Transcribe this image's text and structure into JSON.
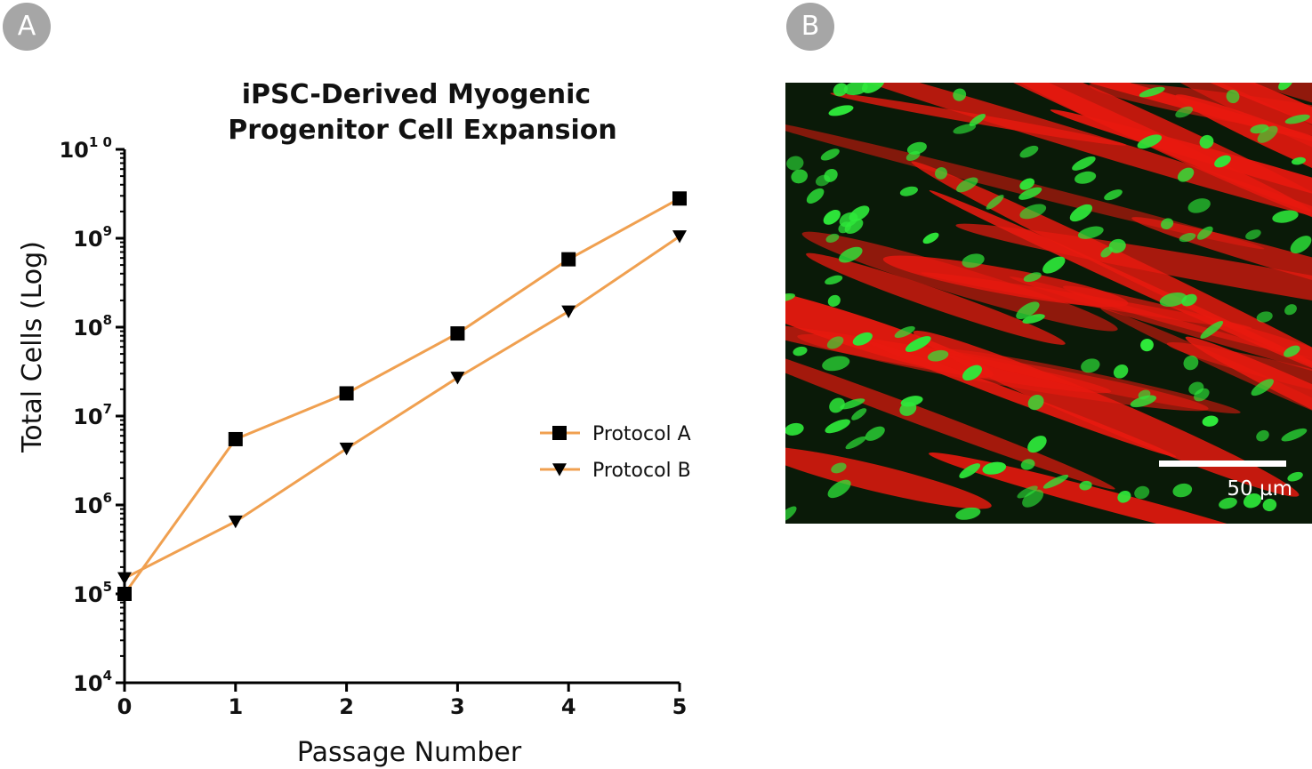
{
  "panels": {
    "a_label": "A",
    "b_label": "B"
  },
  "chart_data": {
    "type": "line",
    "title_line1": "iPSC-Derived Myogenic",
    "title_line2": "Progenitor Cell Expansion",
    "xlabel": "Passage Number",
    "ylabel": "Total Cells (Log)",
    "x": [
      0,
      1,
      2,
      3,
      4,
      5
    ],
    "xlim": [
      0,
      5
    ],
    "ylim": [
      10000,
      10000000000
    ],
    "yscale": "log",
    "ytick_exponents": [
      "4",
      "5",
      "6",
      "7",
      "8",
      "9",
      "1 0"
    ],
    "ytick_base": "10",
    "grid": false,
    "legend_position": "center-right",
    "line_color": "#f0a050",
    "series": [
      {
        "name": "Protocol A",
        "marker": "square",
        "values": [
          100000,
          5500000,
          18000000,
          85000000,
          580000000,
          2800000000
        ]
      },
      {
        "name": "Protocol B",
        "marker": "triangle-down",
        "values": [
          150000,
          650000,
          4300000,
          27000000,
          150000000,
          1050000000
        ]
      }
    ]
  },
  "micrograph": {
    "scale_label": "50 µm",
    "colors": {
      "cytoplasm": "#e8190f",
      "nuclei": "#2ee83a",
      "background": "#0a1a08"
    }
  }
}
